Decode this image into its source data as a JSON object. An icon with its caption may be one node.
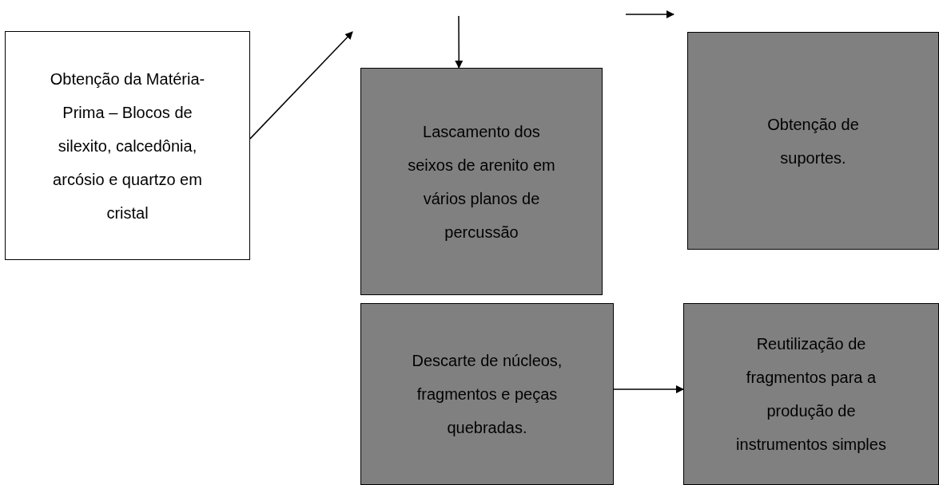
{
  "diagram": {
    "nodes": [
      {
        "text": [
          "Obtenção da Matéria-Prima – Blocos de silexito, calcedônia, arcósio e quartzo em cristal"
        ]
      },
      {
        "text": [
          "Lascamento dos seixos de arenito em vários planos de percussão"
        ]
      },
      {
        "text": [
          "Obtenção de suportes."
        ]
      },
      {
        "text": [
          "Descarte de núcleos, fragmentos e peças quebradas."
        ]
      },
      {
        "text": [
          "Reutilização de fragmentos para a produção de instrumentos simples"
        ]
      }
    ],
    "edges": [
      {
        "from": 0,
        "to": null,
        "arrow": "to"
      },
      {
        "from": null,
        "to": 1,
        "arrow": "to"
      },
      {
        "from": 3,
        "to": 4,
        "arrow": "to"
      }
    ]
  }
}
